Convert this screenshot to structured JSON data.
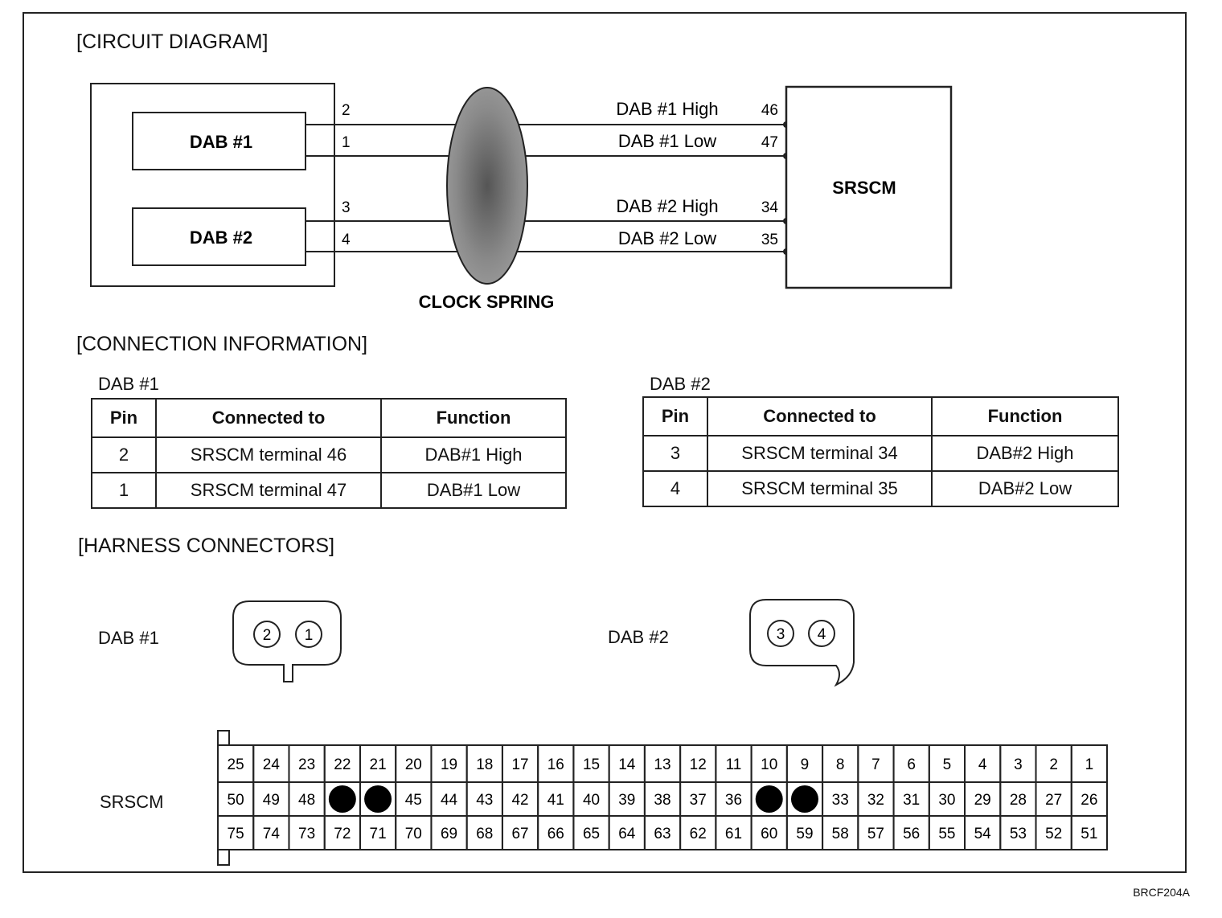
{
  "headings": {
    "circuit": "[CIRCUIT DIAGRAM]",
    "connection": "[CONNECTION INFORMATION]",
    "harness": "[HARNESS CONNECTORS]"
  },
  "circuit": {
    "dab1_label": "DAB #1",
    "dab2_label": "DAB #2",
    "clock_spring_label": "CLOCK SPRING",
    "srscm_label": "SRSCM",
    "left_pins": [
      "2",
      "1",
      "3",
      "4"
    ],
    "signals": [
      {
        "label": "DAB #1 High",
        "terminal": "46"
      },
      {
        "label": "DAB #1 Low",
        "terminal": "47"
      },
      {
        "label": "DAB #2 High",
        "terminal": "34"
      },
      {
        "label": "DAB #2 Low",
        "terminal": "35"
      }
    ]
  },
  "connection": {
    "headers": [
      "Pin",
      "Connected to",
      "Function"
    ],
    "dab1": {
      "title": "DAB #1",
      "rows": [
        [
          "2",
          "SRSCM terminal 46",
          "DAB#1 High"
        ],
        [
          "1",
          "SRSCM terminal 47",
          "DAB#1 Low"
        ]
      ]
    },
    "dab2": {
      "title": "DAB #2",
      "rows": [
        [
          "3",
          "SRSCM terminal 34",
          "DAB#2 High"
        ],
        [
          "4",
          "SRSCM terminal 35",
          "DAB#2 Low"
        ]
      ]
    }
  },
  "harness": {
    "dab1": {
      "label": "DAB #1",
      "pins": [
        "2",
        "1"
      ]
    },
    "dab2": {
      "label": "DAB #2",
      "pins": [
        "3",
        "4"
      ]
    },
    "srscm": {
      "label": "SRSCM",
      "rows": [
        [
          "25",
          "24",
          "23",
          "22",
          "21",
          "20",
          "19",
          "18",
          "17",
          "16",
          "15",
          "14",
          "13",
          "12",
          "11",
          "10",
          "9",
          "8",
          "7",
          "6",
          "5",
          "4",
          "3",
          "2",
          "1"
        ],
        [
          "50",
          "49",
          "48",
          "",
          "",
          "45",
          "44",
          "43",
          "42",
          "41",
          "40",
          "39",
          "38",
          "37",
          "36",
          "",
          "",
          "33",
          "32",
          "31",
          "30",
          "29",
          "28",
          "27",
          "26"
        ],
        [
          "75",
          "74",
          "73",
          "72",
          "71",
          "70",
          "69",
          "68",
          "67",
          "66",
          "65",
          "64",
          "63",
          "62",
          "61",
          "60",
          "59",
          "58",
          "57",
          "56",
          "55",
          "54",
          "53",
          "52",
          "51"
        ]
      ],
      "used_pins": [
        "47",
        "46",
        "35",
        "34"
      ]
    }
  },
  "figure_id": "BRCF204A"
}
